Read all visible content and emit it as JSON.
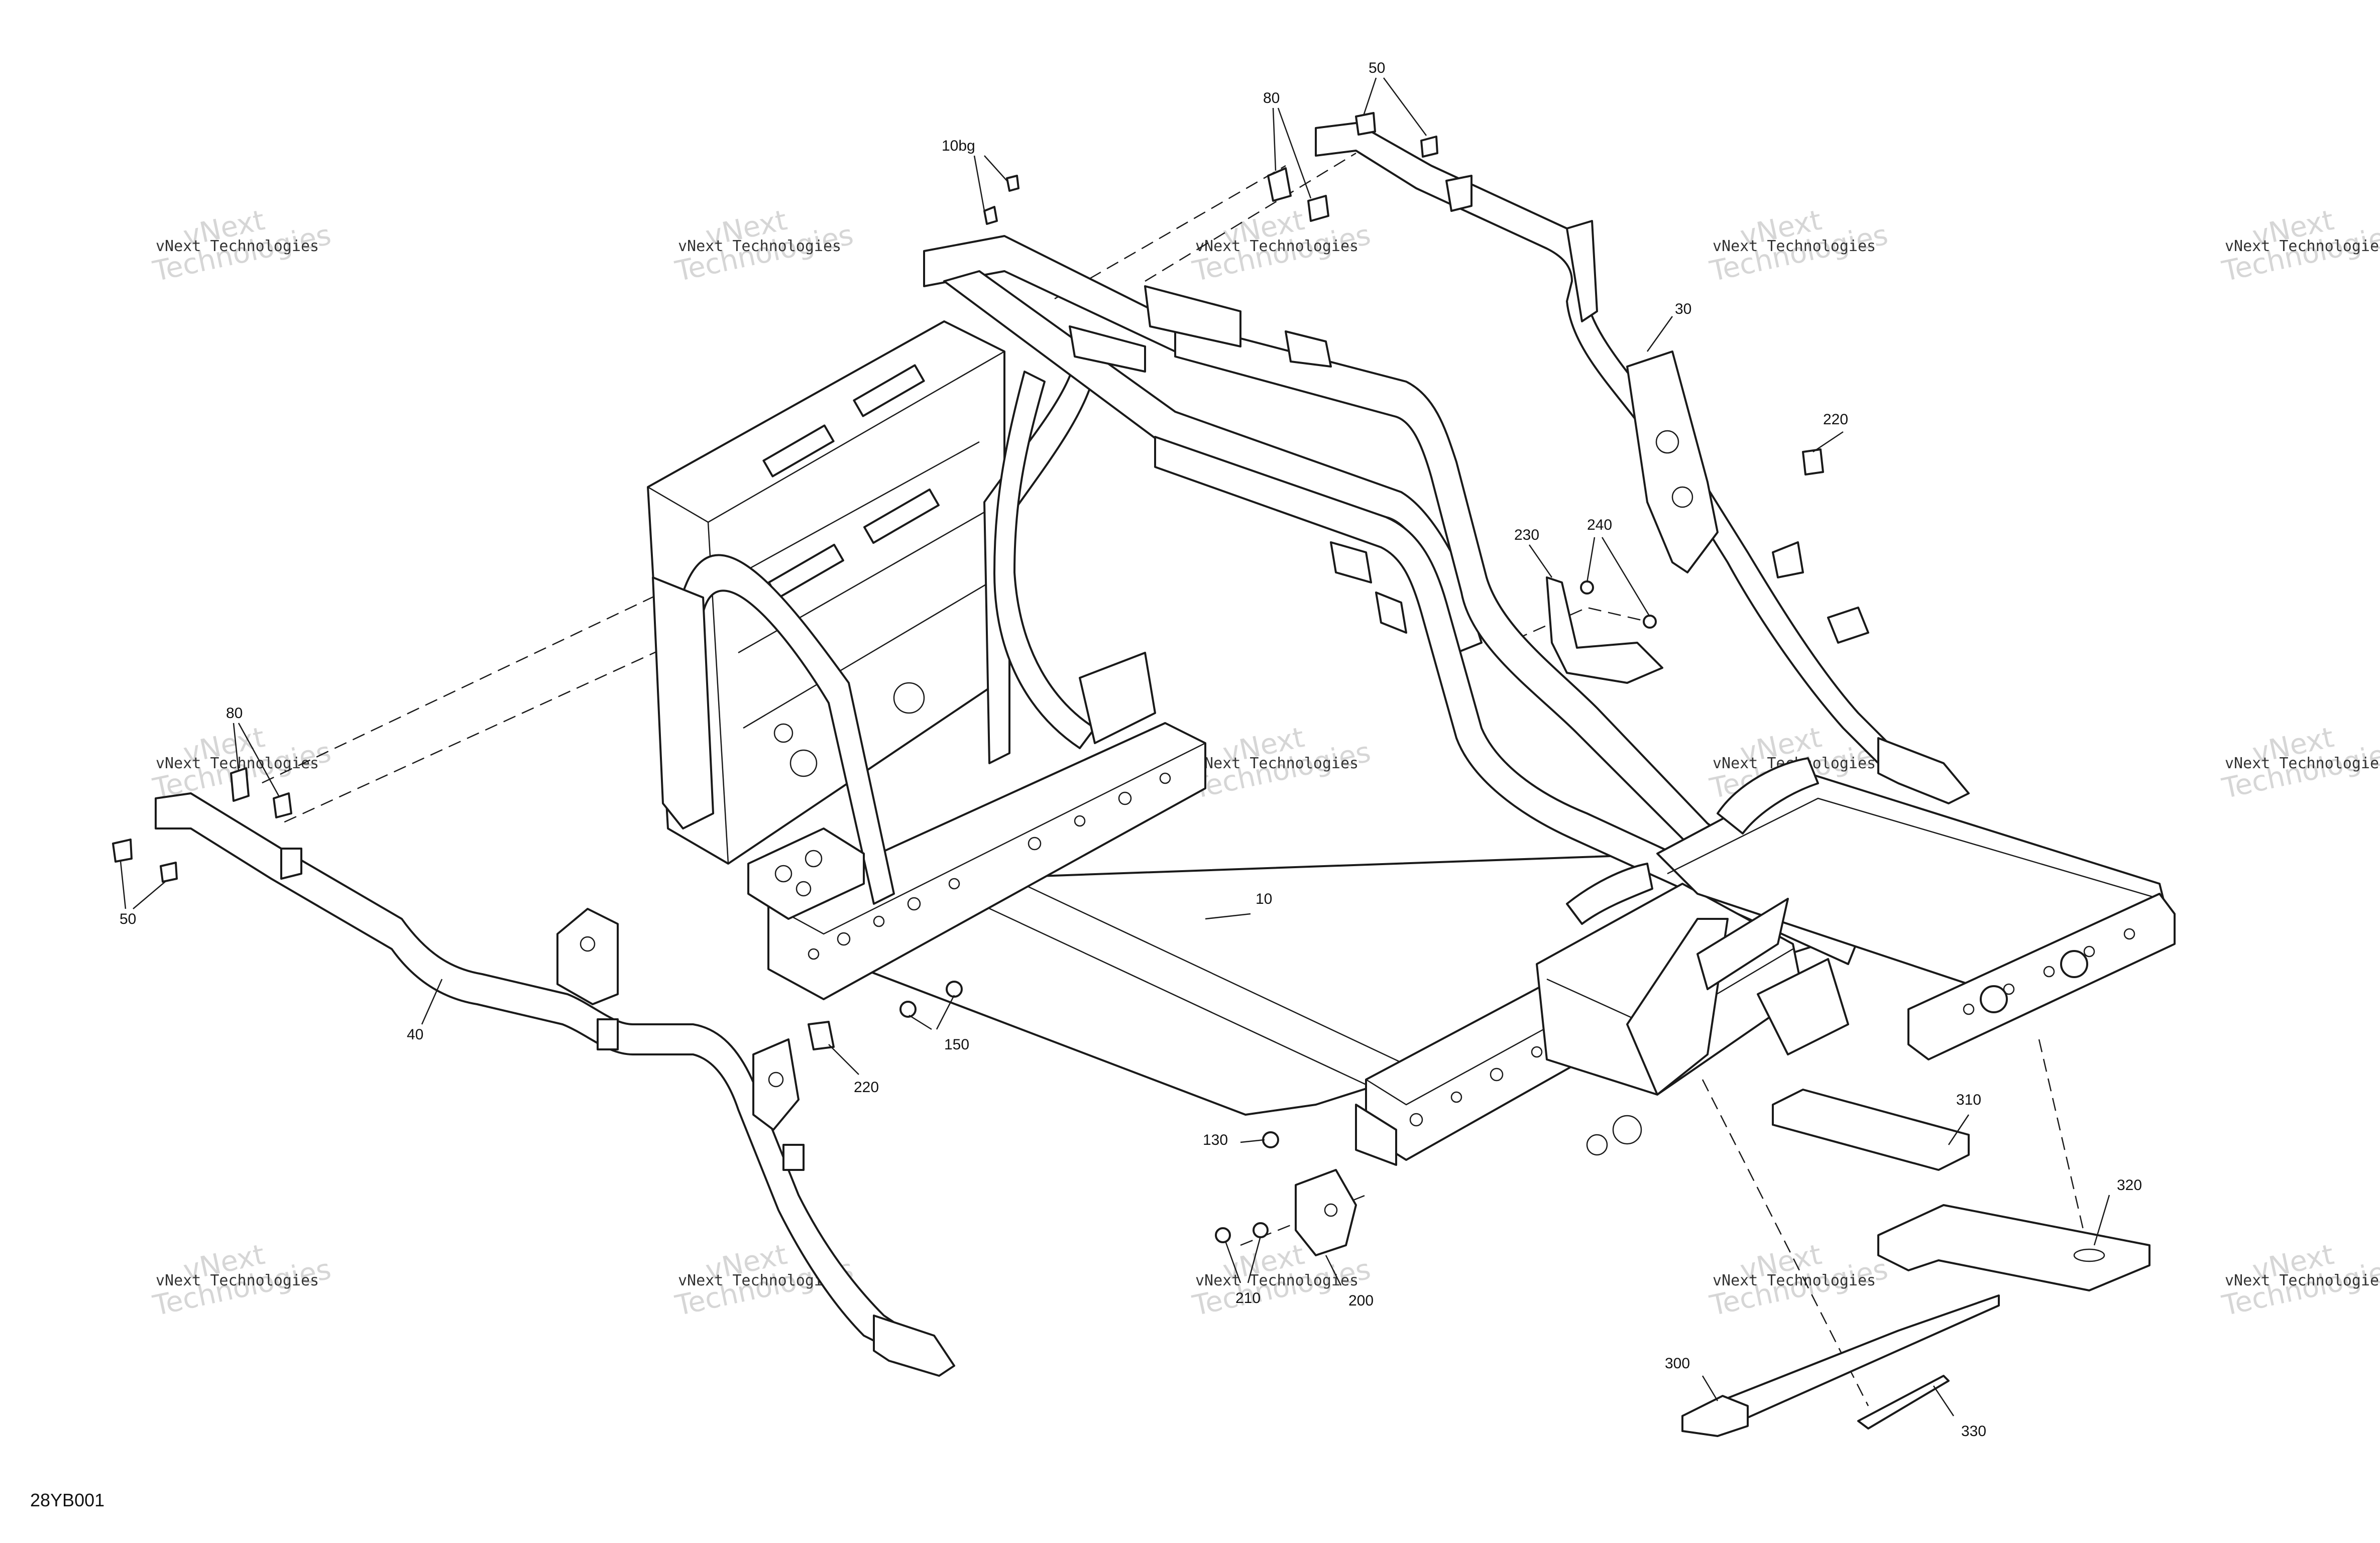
{
  "drawing_code": "28YB001",
  "watermark": {
    "line1": "vNext Technologies",
    "line2a": "vNext",
    "line2b": "Technologies"
  },
  "callouts": [
    {
      "id": "c-10bg",
      "label": "10bg"
    },
    {
      "id": "c-80-top",
      "label": "80"
    },
    {
      "id": "c-50-top",
      "label": "50"
    },
    {
      "id": "c-30",
      "label": "30"
    },
    {
      "id": "c-220-right",
      "label": "220"
    },
    {
      "id": "c-230",
      "label": "230"
    },
    {
      "id": "c-240",
      "label": "240"
    },
    {
      "id": "c-80-left",
      "label": "80"
    },
    {
      "id": "c-50-left",
      "label": "50"
    },
    {
      "id": "c-40",
      "label": "40"
    },
    {
      "id": "c-220-left",
      "label": "220"
    },
    {
      "id": "c-150",
      "label": "150"
    },
    {
      "id": "c-10",
      "label": "10"
    },
    {
      "id": "c-130",
      "label": "130"
    },
    {
      "id": "c-210",
      "label": "210"
    },
    {
      "id": "c-200",
      "label": "200"
    },
    {
      "id": "c-310",
      "label": "310"
    },
    {
      "id": "c-320",
      "label": "320"
    },
    {
      "id": "c-300",
      "label": "300"
    },
    {
      "id": "c-330",
      "label": "330"
    }
  ]
}
